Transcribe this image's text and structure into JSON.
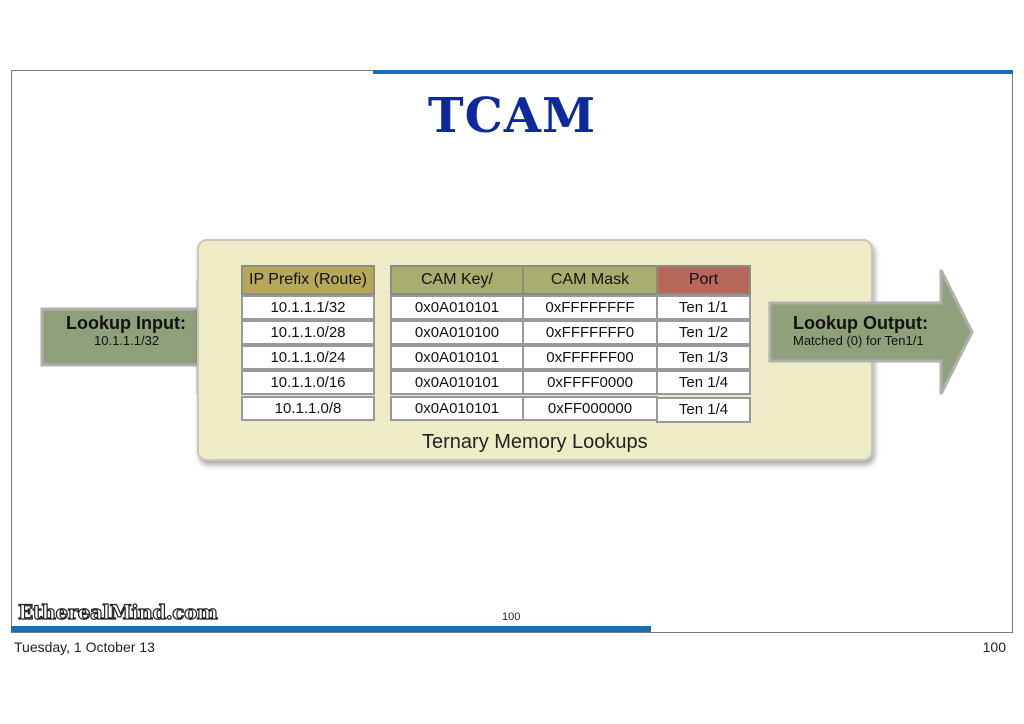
{
  "title": "TCAM",
  "input": {
    "title": "Lookup Input:",
    "value": "10.1.1.1/32"
  },
  "output": {
    "title": "Lookup Output:",
    "value": "Matched (0) for Ten1/1"
  },
  "table": {
    "headers": [
      "IP Prefix (Route)",
      "CAM Key/",
      "CAM Mask",
      "Port"
    ],
    "rows": [
      [
        "10.1.1.1/32",
        "0x0A010101",
        "0xFFFFFFFF",
        "Ten 1/1"
      ],
      [
        "10.1.1.0/28",
        "0x0A010100",
        "0xFFFFFFF0",
        "Ten 1/2"
      ],
      [
        "10.1.1.0/24",
        "0x0A010101",
        "0xFFFFFF00",
        "Ten 1/3"
      ],
      [
        "10.1.1.0/16",
        "0x0A010101",
        "0xFFFF0000",
        "Ten 1/4"
      ],
      [
        "10.1.1.0/8",
        "0x0A010101",
        "0xFF000000",
        "Ten 1/4"
      ]
    ]
  },
  "caption": "Ternary Memory Lookups",
  "logo": "EtherealMind.com",
  "inner_page_number": "100",
  "footer": {
    "date": "Tuesday, 1 October 13",
    "page": "100"
  },
  "colors": {
    "title": "#0d2a9c",
    "accent_rule": "#1a6fb5",
    "arrow_fill": "#8fa07a",
    "port_header": "#b8675b"
  }
}
